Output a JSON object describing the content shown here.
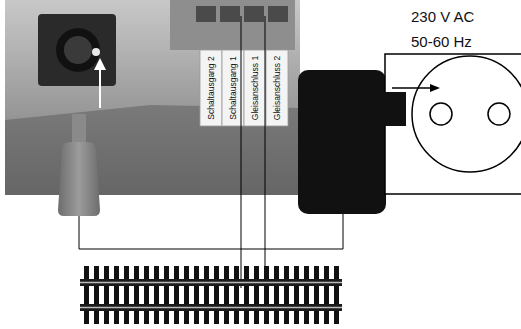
{
  "diagram": {
    "labels": [
      "Schaltausgang 2",
      "Schaltausgang 1",
      "Gleisanschluss 1",
      "Gleisanschluss 2",
      "230 V AC",
      "50-60 Hz"
    ]
  }
}
